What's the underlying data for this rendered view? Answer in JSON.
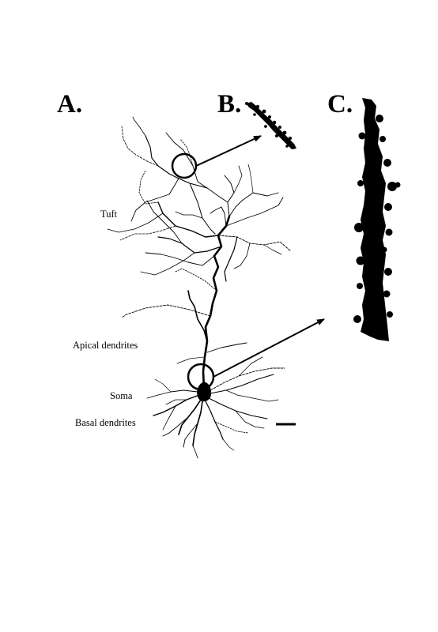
{
  "panels": {
    "a": "A.",
    "b": "B.",
    "c": "C."
  },
  "labels": {
    "tuft": "Tuft",
    "apical_dendrites": "Apical dendrites",
    "soma": "Soma",
    "basal_dendrites": "Basal dendrites"
  },
  "colors": {
    "ink": "#000000",
    "background": "#ffffff"
  }
}
